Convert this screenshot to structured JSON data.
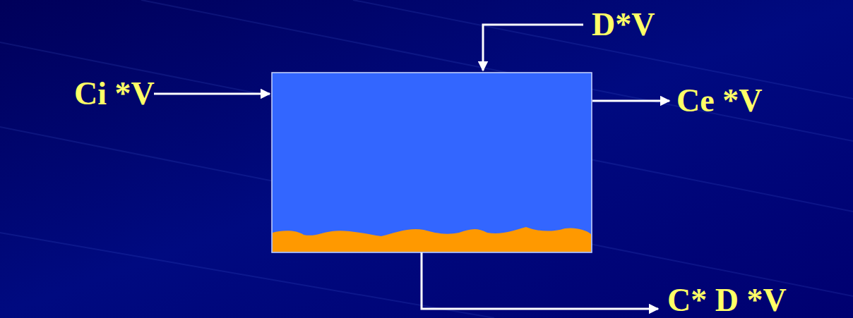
{
  "diagram": {
    "labels": [
      "Ci *V",
      "D*V",
      "Ce *V",
      "C* D *V"
    ]
  }
}
